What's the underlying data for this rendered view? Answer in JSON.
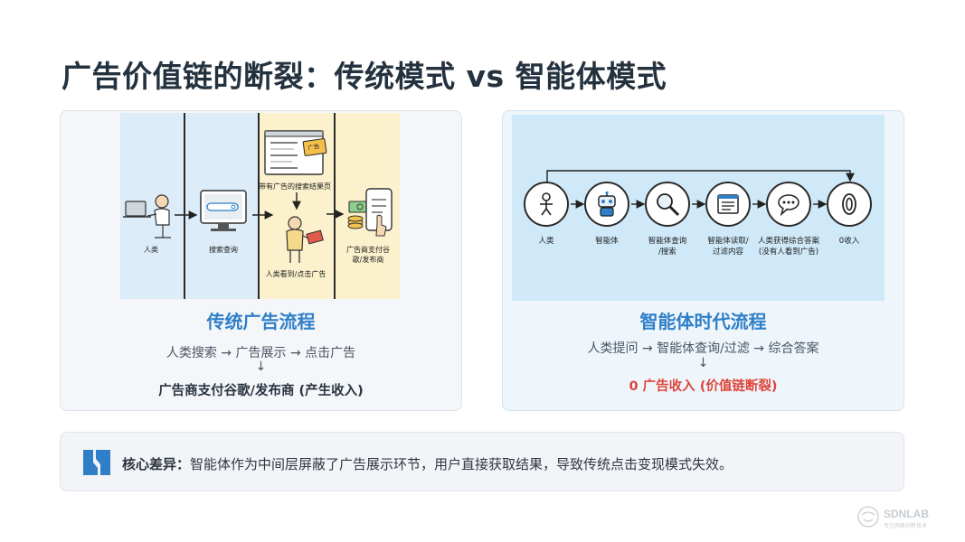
{
  "title": "广告价值链的断裂：传统模式 vs 智能体模式",
  "traditional": {
    "heading": "传统广告流程",
    "flow": "人类搜索 → 广告展示 → 点击广告",
    "down_arrow": "↓",
    "result": "广告商支付谷歌/发布商 (产生收入)",
    "result_color": "#2b3440",
    "steps": {
      "human": "人类",
      "search": "搜索查询",
      "results_page": "带有广告的搜索结果页",
      "ad_tag": "广告",
      "click": "人类看到/点击广告",
      "advertiser_line1": "广告商支付谷",
      "advertiser_line2": "歌/发布商"
    }
  },
  "agent": {
    "heading": "智能体时代流程",
    "flow": "人类提问 → 智能体查询/过滤 → 综合答案",
    "down_arrow": "↓",
    "result": "0 广告收入 (价值链断裂)",
    "result_color": "#e0453a",
    "steps": [
      {
        "line1": "人类",
        "line2": "",
        "icon": "person-icon"
      },
      {
        "line1": "智能体",
        "line2": "",
        "icon": "robot-icon"
      },
      {
        "line1": "智能体查询",
        "line2": "/搜索",
        "icon": "magnifier-icon"
      },
      {
        "line1": "智能体读取/",
        "line2": "过滤内容",
        "icon": "document-icon"
      },
      {
        "line1": "人类获得综合答案",
        "line2": "(没有人看到广告)",
        "icon": "chat-bubble-icon"
      },
      {
        "line1": "0收入",
        "line2": "",
        "icon": "zero-coin-icon"
      }
    ]
  },
  "key_difference": {
    "label": "核心差异：",
    "text": "智能体作为中间层屏蔽了广告展示环节，用户直接获取结果，导致传统点击变现模式失效。"
  },
  "watermark": {
    "brand": "SDNLAB",
    "tagline": "专注网络创新技术"
  },
  "colors": {
    "heading_blue": "#2f7fc8",
    "lane_blue": "#dcecf8",
    "lane_yellow": "#fbf1cc",
    "agent_bg": "#cfe9f8",
    "accent_icon": "#2f7fc8"
  }
}
